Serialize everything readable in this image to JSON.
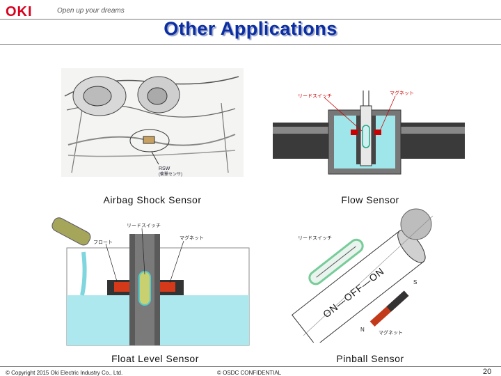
{
  "header": {
    "logo": "OKI",
    "tagline": "Open up your dreams",
    "title": "Other Applications"
  },
  "figures": {
    "airbag": {
      "caption": "Airbag Shock Sensor",
      "label": "RSW\n(衝撃センサ)"
    },
    "flow": {
      "caption": "Flow Sensor",
      "reed_label": "リードスイッチ",
      "magnet_label": "マグネット"
    },
    "float": {
      "caption": "Float Level Sensor",
      "reed_label": "リードスイッチ",
      "magnet_label": "マグネット",
      "float_label": "フロート"
    },
    "pinball": {
      "caption": "Pinball Sensor",
      "reed_label": "リードスイッチ",
      "magnet_label": "マグネット",
      "cylinder_text": "ON—OFF—ON",
      "pole_s": "S",
      "pole_n": "N"
    }
  },
  "footer": {
    "copyright": "© Copyright 2015 Oki Electric Industry Co., Ltd.",
    "confidential": "© OSDC CONFIDENTIAL",
    "page": "20"
  }
}
